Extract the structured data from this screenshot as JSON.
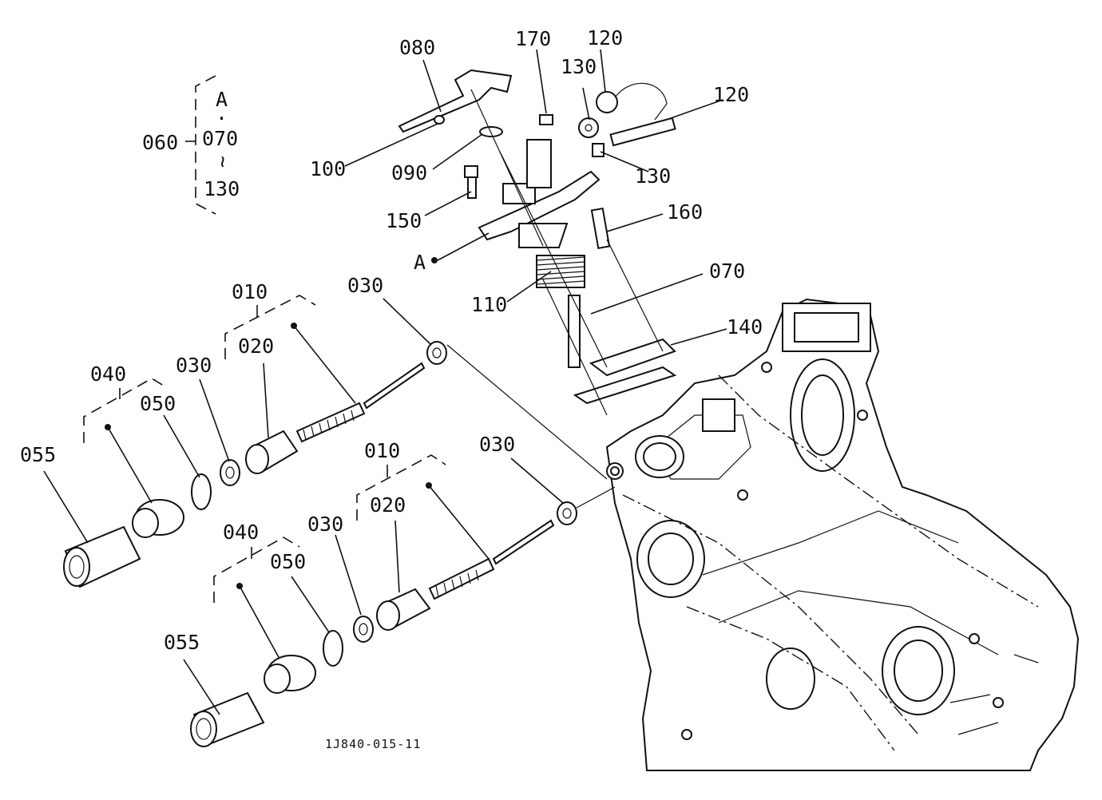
{
  "labels": {
    "l080": "080",
    "l170": "170",
    "l120a": "120",
    "l130a": "130",
    "l120b": "120",
    "l060": "060",
    "l060_a": "A",
    "l060_dot": "·",
    "l060_070": "070",
    "l060_tilde": "~",
    "l060_130": "130",
    "l100": "100",
    "l090": "090",
    "l130b": "130",
    "l150": "150",
    "l160": "160",
    "lA": "A",
    "l070": "070",
    "l110": "110",
    "l010a": "010",
    "l030a": "030",
    "l140": "140",
    "l020a": "020",
    "l030b": "030",
    "l040a": "040",
    "l050a": "050",
    "l055a": "055",
    "l010b": "010",
    "l030c": "030",
    "l020b": "020",
    "l030d": "030",
    "l040b": "040",
    "l050b": "050",
    "l055b": "055"
  },
  "drawing_code": "1J840-015-11"
}
